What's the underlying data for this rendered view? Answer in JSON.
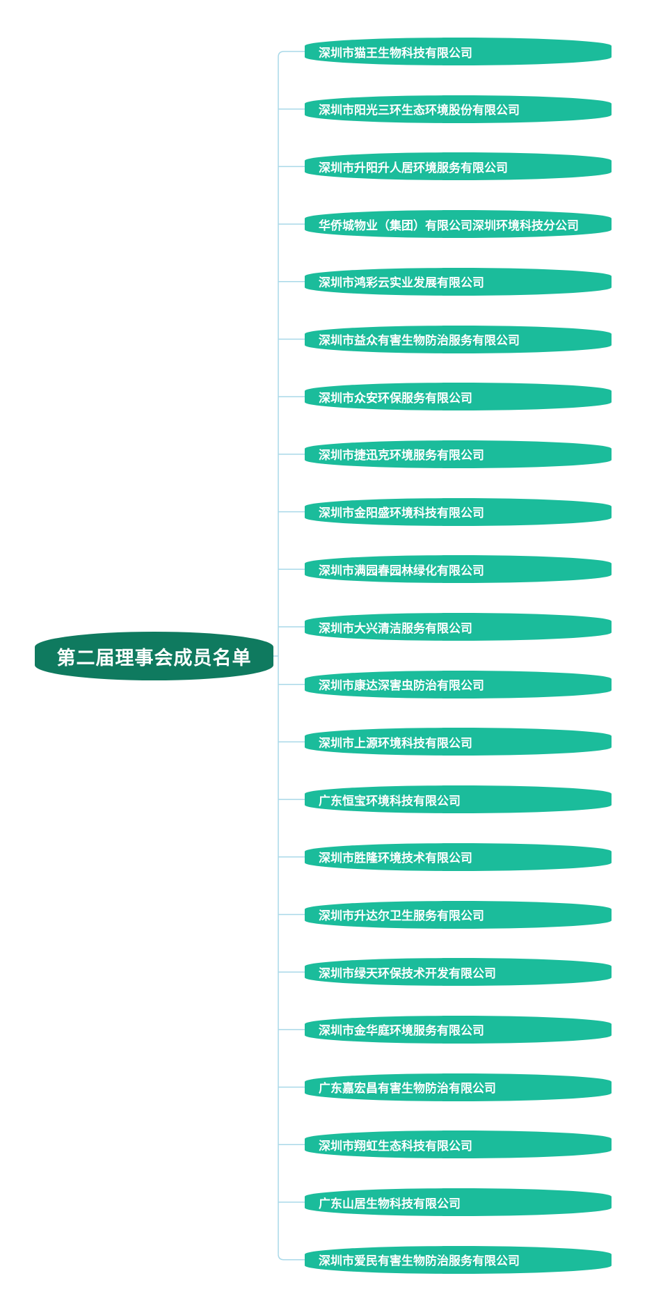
{
  "colors": {
    "root_fill": "#0f7a5f",
    "branch_fill": "#1bbc9b",
    "connector": "#a8d8e8",
    "text": "#ffffff"
  },
  "root": {
    "label": "第二届理事会成员名单"
  },
  "branches": [
    "深圳市猫王生物科技有限公司",
    "深圳市阳光三环生态环境股份有限公司",
    "深圳市升阳升人居环境服务有限公司",
    "华侨城物业（集团）有限公司深圳环境科技分公司",
    "深圳市鸿彩云实业发展有限公司",
    "深圳市益众有害生物防治服务有限公司",
    "深圳市众安环保服务有限公司",
    "深圳市捷迅克环境服务有限公司",
    "深圳市金阳盛环境科技有限公司",
    "深圳市满园春园林绿化有限公司",
    "深圳市大兴清洁服务有限公司",
    "深圳市康达深害虫防治有限公司",
    "深圳市上源环境科技有限公司",
    "广东恒宝环境科技有限公司",
    "深圳市胜隆环境技术有限公司",
    "深圳市升达尔卫生服务有限公司",
    "深圳市绿天环保技术开发有限公司",
    "深圳市金华庭环境服务有限公司",
    "广东嘉宏昌有害生物防治有限公司",
    "深圳市翔虹生态科技有限公司",
    "广东山居生物科技有限公司",
    "深圳市爱民有害生物防治服务有限公司"
  ]
}
